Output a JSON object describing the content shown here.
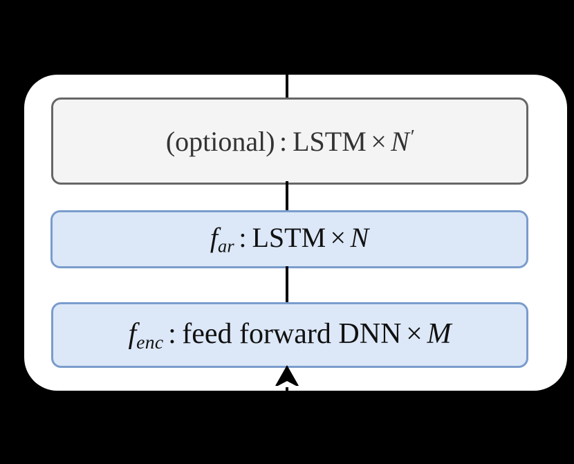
{
  "diagram": {
    "title": "encoder-autoregressive-stack",
    "background_color": "#000000",
    "container": {
      "name": "model-container",
      "fill": "#ffffff",
      "corner_radius": 48
    },
    "blocks": [
      {
        "id": "optional",
        "label_prefix": "(optional)",
        "separator": ":",
        "layer_type": "LSTM",
        "times": "×",
        "count_symbol": "N",
        "count_prime": "′",
        "full_text": "(optional) : LSTM × N′",
        "fill": "#f4f4f4",
        "border": "#666666",
        "text_color": "#333333"
      },
      {
        "id": "autoregressive",
        "label_base": "f",
        "label_sub": "ar",
        "separator": ":",
        "layer_type": "LSTM",
        "times": "×",
        "count_symbol": "N",
        "full_text": "f_ar : LSTM × N",
        "fill": "#dce8f8",
        "border": "#7a9ccc",
        "text_color": "#111111"
      },
      {
        "id": "encoder",
        "label_base": "f",
        "label_sub": "enc",
        "separator": ":",
        "layer_type": "feed forward DNN",
        "times": "×",
        "count_symbol": "M",
        "full_text": "f_enc : feed forward DNN × M",
        "fill": "#dce8f8",
        "border": "#7a9ccc",
        "text_color": "#111111"
      }
    ],
    "connectors": {
      "line_color": "#000000",
      "input_arrow": "upward",
      "output_line": "upward"
    }
  }
}
